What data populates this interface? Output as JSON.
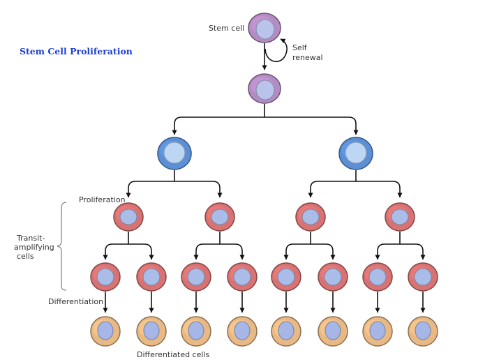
{
  "title": "Stem Cell Proliferation",
  "labels": {
    "stem_cell": "Stem cell",
    "self_renewal_line1": "Self",
    "self_renewal_line2": "renewal",
    "proliferation": "Proliferation",
    "transit_line1": "Transit-",
    "transit_line2": "amplifying",
    "transit_line3": "cells",
    "differentiation": "Differentiation",
    "differentiated_cells": "Differentiated cells"
  },
  "colors": {
    "stem_cell": "#b48cc4",
    "stem_nucleus": "#b9c3ec",
    "progenitor": "#5b8fd6",
    "progenitor_nucleus": "#bcd6f4",
    "transit_cell": "#d97272",
    "transit_nucleus": "#a9bde8",
    "differentiated_cell": "#e8b984",
    "differentiated_nucleus": "#a6b6e6",
    "title": "#1f3fd0"
  }
}
